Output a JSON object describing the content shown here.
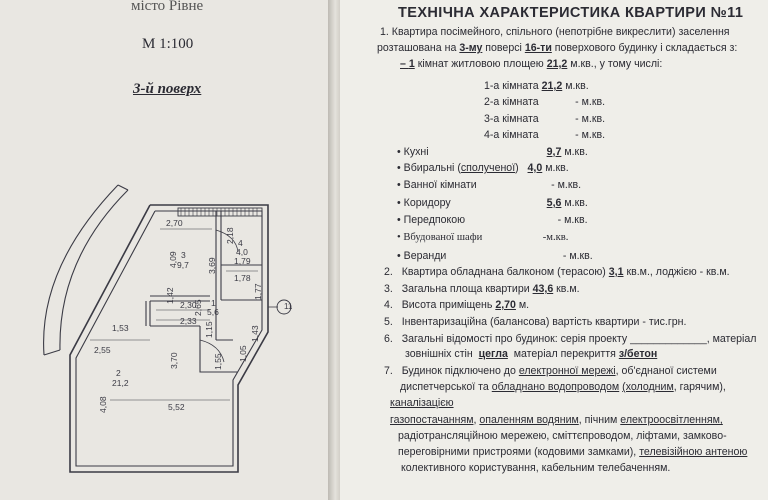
{
  "left": {
    "city": "місто Рівне",
    "scale": "М  1:100",
    "floor": "3-й поверх",
    "axis": "11",
    "dims": {
      "d270": "2,70",
      "d409": "4,09",
      "d3": "3",
      "d97": "9,7",
      "d218": "2,18",
      "d4": "4",
      "d40": "4,0",
      "d179": "1,79",
      "d178": "1,78",
      "d369": "3,69",
      "d177": "1,77",
      "d142": "1,42",
      "d230": "2,30",
      "d265": "2,65",
      "d1": "1",
      "d56": "5,6",
      "d233": "2,33",
      "d153": "1,53",
      "d115": "1,15",
      "d255": "2,55",
      "d2": "2",
      "d212": "21,2",
      "d370": "3,70",
      "d155": "1,55",
      "d105": "1,05",
      "d143": "1,43",
      "d408": "4,08",
      "d552": "5,52"
    }
  },
  "right": {
    "title": "ТЕХНІЧНА ХАРАКТЕРИСТИКА КВАРТИРИ №11",
    "l1a": "1. Квартира посімейного, спільного (непотрібне викреслити) заселення",
    "l1b_pre": "розташована на",
    "floor_val": "3-му",
    "l1b_mid": "поверсі",
    "floors_total": "16-ти",
    "l1b_post": "поверхового будинку і складається з:",
    "rooms_count": "1",
    "rooms_pre": "кімнат житловою площею",
    "rooms_area": "21,2",
    "rooms_post": "м.кв., у тому числі:",
    "room1": "1-а кімната",
    "room1_v": "21,2",
    "room1_u": "м.кв.",
    "room2": "2-а кімната",
    "room2_v": "-",
    "room2_u": "м.кв.",
    "room3": "3-а кімната",
    "room3_v": "-",
    "room3_u": "м.кв.",
    "room4": "4-а кімната",
    "room4_v": "-",
    "room4_u": "м.кв.",
    "kitchen": "Кухні",
    "kitchen_v": "9,7",
    "kitchen_u": "м.кв.",
    "wc_pre": "Вбиральні (",
    "wc_mid": "сполученої",
    "wc_post": ")",
    "wc_v": "4,0",
    "wc_u": "м.кв.",
    "bath": "Ванної кімнати",
    "bath_v": "-",
    "bath_u": "м.кв.",
    "corr": "Коридору",
    "corr_v": "5,6",
    "corr_u": "м.кв.",
    "hall": "Передпокою",
    "hall_v": "-",
    "hall_u": "м.кв.",
    "closet": "Вбудованої шафи",
    "closet_v": "-",
    "closet_u": "м.кв.",
    "veranda": "Веранди",
    "veranda_v": "-",
    "veranda_u": "м.кв.",
    "i2_num": "2.",
    "i2_pre": "Квартира обладнана балконом (терасою)",
    "i2_v": "3,1",
    "i2_post": "кв.м., лоджією - кв.м.",
    "i3_num": "3.",
    "i3_pre": "Загальна площа квартири",
    "i3_v": "43,6",
    "i3_post": "кв.м.",
    "i4_num": "4.",
    "i4_pre": "Висота приміщень",
    "i4_v": "2,70",
    "i4_post": "м.",
    "i5_num": "5.",
    "i5_text": "Інвентаризаційна (балансова) вартість квартири  -  тис.грн.",
    "i6_num": "6.",
    "i6_text": "Загальні відомості про будинок: серія проекту _____________, матеріал",
    "i6b_pre": "зовнішніх стін",
    "i6b_v": "цегла",
    "i6b_mid": "матеріал перекриття",
    "i6b_v2": "з/бетон",
    "i7_num": "7.",
    "i7_pre": "Будинок підключено до",
    "i7_v": "електронної мережі",
    "i7_post": ", об'єднаної системи",
    "i7b_pre": "диспетчерської та",
    "i7b_v": "обладнано водопроводом",
    "i7b_v2": "(холодним",
    "i7b_post": ", гарячим),",
    "i7c": "каналізацією",
    "i7d_a": "газопостачанням",
    "i7d_b": ", ",
    "i7d_c": "опаленням водяним",
    "i7d_d": ", пічним ",
    "i7d_e": "електроосвітленням,",
    "i7e": "радіотрансляційною мережею, сміттєпроводом, ліфтами, замково-",
    "i7f_pre": "переговірними пристроями (кодовими замками),",
    "i7f_v": "телевізійною антеною",
    "i7g": "колективного користування, кабельним телебаченням."
  }
}
